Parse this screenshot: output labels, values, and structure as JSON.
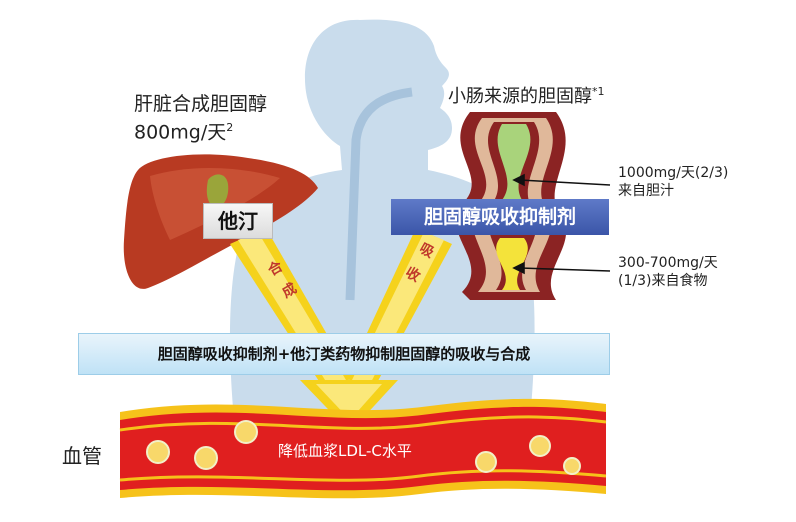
{
  "liver": {
    "title_line1": "肝脏合成胆固醇",
    "title_line2": "800mg/天",
    "title_note": "2"
  },
  "intestine": {
    "title": "小肠来源的胆固醇",
    "title_note": "*1",
    "bile_amount": "1000mg/天(2/3)",
    "bile_source": "来自胆汁",
    "food_amount": "300-700mg/天",
    "food_source": "(1/3)来自食物"
  },
  "statin_label": "他汀",
  "inhibitor_label": "胆固醇吸收抑制剂",
  "arrow_synthesis": [
    "合",
    "成"
  ],
  "arrow_absorption": [
    "吸",
    "收"
  ],
  "banner_text": "胆固醇吸收抑制剂+他汀类药物抑制胆固醇的吸收与合成",
  "vessel": {
    "label": "血管",
    "effect": "降低血浆LDL-C水平"
  },
  "colors": {
    "body_silhouette": "#c9dcec",
    "liver": "#b83a22",
    "vessel_red": "#e01f1f",
    "vessel_stripe": "#f6c21a",
    "inhibitor_box": "#4a64b8",
    "banner": "#d2ebf8",
    "bile_green": "#a9d37b",
    "food_yellow": "#f4e33a",
    "intestine_wall": "#8b2323"
  }
}
